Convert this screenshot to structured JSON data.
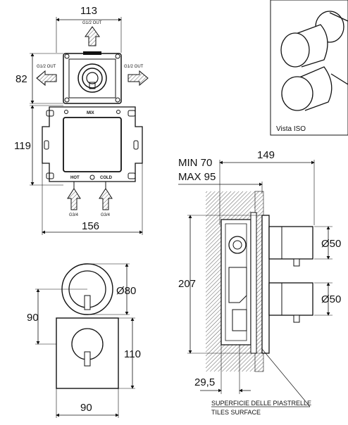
{
  "top_view": {
    "width_dim": "113",
    "height_dim": "82",
    "outlet_labels": [
      "G1/2 OUT",
      "G1/2 OUT",
      "G1/2 OUT"
    ]
  },
  "frame_view": {
    "height_dim": "119",
    "width_dim": "156",
    "mix_label": "MIX",
    "hot_label": "HOT",
    "cold_label": "COLD",
    "inlet_labels": [
      "G3/4",
      "G3/4"
    ]
  },
  "iso_view": {
    "label": "Vista ISO"
  },
  "side_view": {
    "min_label": "MIN 70",
    "max_label": "MAX 95",
    "depth_dim": "149",
    "height_dim": "207",
    "knob_diam_1": "Ø50",
    "knob_diam_2": "Ø50",
    "offset_dim": "29,5",
    "surface_note_it": "SUPERFICIE DELLE PIASTRELLE",
    "surface_note_en": "TILES SURFACE"
  },
  "front_view": {
    "rosette_diam": "Ø80",
    "offset_dim": "90",
    "plate_height_dim": "110",
    "plate_width_dim": "90"
  }
}
